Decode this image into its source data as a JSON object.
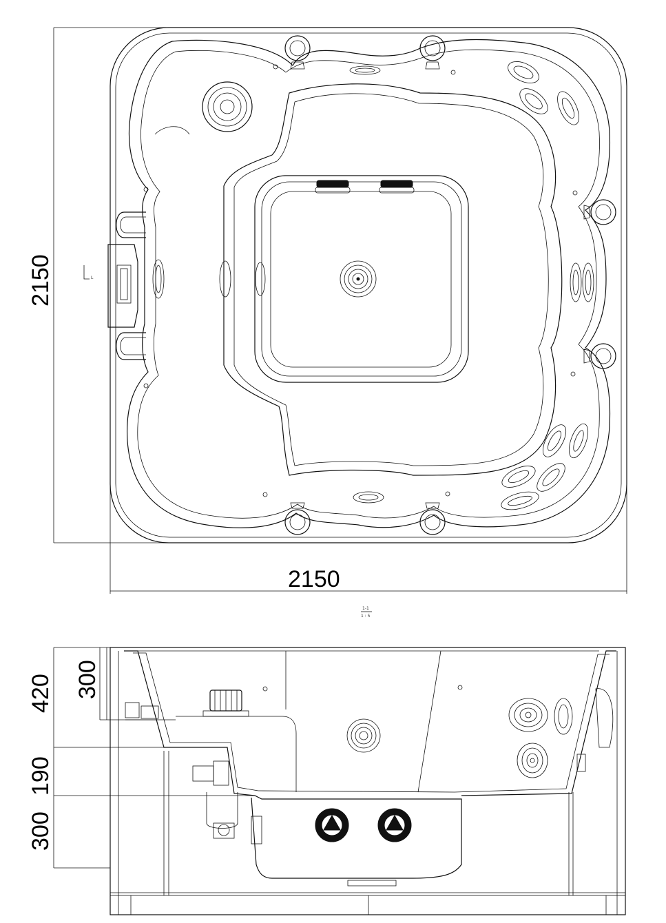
{
  "top_view": {
    "height_dimension": "2150",
    "width_dimension": "2150",
    "small_mark": "L",
    "section_label_top": "1-1",
    "section_label_bottom": "1 : 5"
  },
  "side_view": {
    "dim_total_upper": "420",
    "dim_seat_depth": "300",
    "dim_middle": "190",
    "dim_lower": "300"
  }
}
